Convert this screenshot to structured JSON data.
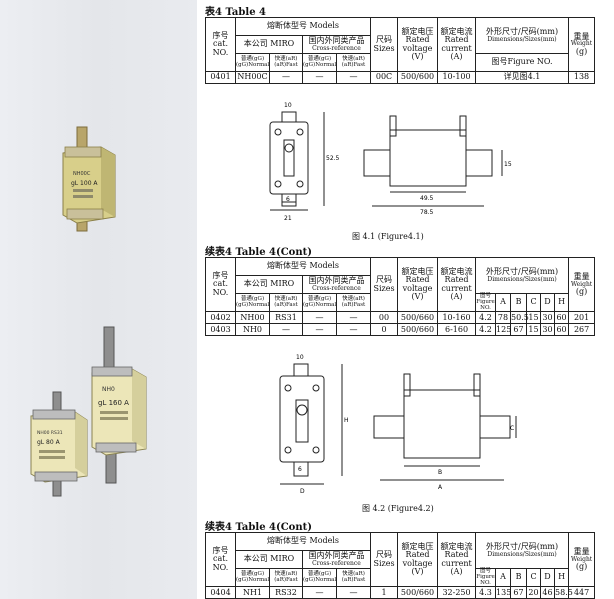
{
  "table1": {
    "caption": "表4  Table 4",
    "h_cat_zh": "序号",
    "h_cat_en": "cat. NO.",
    "h_models": "熔断体型号 Models",
    "h_miro": "本公司 MIRO",
    "h_cross_zh": "国内外同类产品",
    "h_cross_en": "Cross-reference",
    "h_gg": "普通(gG)",
    "h_gg2": "(gG)Normal",
    "h_ar": "快速(aR)",
    "h_ar2": "(aR)Fast",
    "h_sizes_zh": "尺码",
    "h_sizes_en": "Sizes",
    "h_voltage_zh": "额定电压",
    "h_voltage_en": "Rated voltage",
    "h_voltage_unit": "(V)",
    "h_current_zh": "额定电流",
    "h_current_en": "Rated current",
    "h_current_unit": "(A)",
    "h_dims_zh": "外形尺寸/尺码(mm)",
    "h_dims_en": "Dimensions/Sizes(mm)",
    "h_figno": "图号Figure NO.",
    "h_weight_zh": "重量",
    "h_weight_en": "Weight",
    "h_weight_unit": "(g)",
    "row": {
      "cat": "0401",
      "gg": "NH00C",
      "ar": "—",
      "c1": "—",
      "c2": "—",
      "size": "00C",
      "voltage": "500/600",
      "current": "10-100",
      "fig": "详见图4.1",
      "weight": "138"
    }
  },
  "figure1": {
    "caption": "图 4.1 (Figure4.1)",
    "dim_top": "10",
    "dim_height": "52.5",
    "dim_6": "6",
    "dim_21": "21",
    "dim_15": "15",
    "dim_495": "49.5",
    "dim_785": "78.5"
  },
  "table2": {
    "caption": "续表4  Table 4(Cont)",
    "h_figno_zh": "图号",
    "h_figno_en": "Figure NO.",
    "col_letters": [
      "A",
      "B",
      "C",
      "D",
      "H"
    ],
    "rows": [
      {
        "cat": "0402",
        "gg": "NH00",
        "ar": "RS31",
        "c1": "—",
        "c2": "—",
        "size": "00",
        "voltage": "500/660",
        "current": "10-160",
        "fig": "4.2",
        "a": "78",
        "b": "50.5",
        "c": "15",
        "d": "30",
        "h": "60",
        "weight": "201"
      },
      {
        "cat": "0403",
        "gg": "NH0",
        "ar": "—",
        "c1": "—",
        "c2": "—",
        "size": "0",
        "voltage": "500/660",
        "current": "6-160",
        "fig": "4.2",
        "a": "125",
        "b": "67",
        "c": "15",
        "d": "30",
        "h": "60",
        "weight": "267"
      }
    ]
  },
  "figure2": {
    "caption": "图 4.2 (Figure4.2)",
    "dim_top": "10",
    "lbl_h": "H",
    "lbl_d": "D",
    "lbl_6": "6",
    "lbl_c": "C",
    "lbl_b": "B",
    "lbl_a": "A"
  },
  "table3": {
    "caption": "续表4  Table 4(Cont)",
    "row": {
      "cat": "0404",
      "gg": "NH1",
      "ar": "RS32",
      "c1": "—",
      "c2": "—",
      "size": "1",
      "voltage": "500/660",
      "current": "32-250",
      "fig": "4.3",
      "a": "135",
      "b": "67",
      "c": "20",
      "d": "46",
      "h": "58.5",
      "weight": "447"
    }
  },
  "photos": {
    "fuse1_label": "NH00C",
    "fuse1_rating": "gL 100 A",
    "fuse2_label": "NH00 RS31",
    "fuse2_rating": "gL 80 A",
    "fuse3_label": "NH0",
    "fuse3_rating": "gL 160 A"
  }
}
